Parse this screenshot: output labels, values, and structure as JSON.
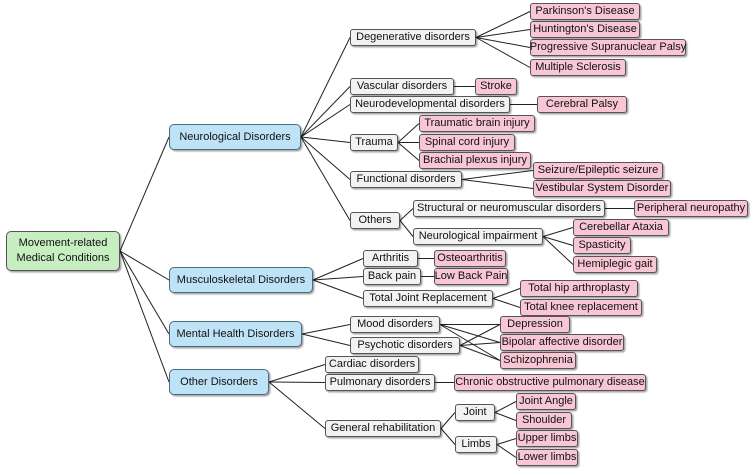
{
  "root": {
    "label": "Movement-related Medical Conditions"
  },
  "categories": {
    "neuro": "Neurological Disorders",
    "musculo": "Musculoskeletal Disorders",
    "mental": "Mental Health Disorders",
    "other": "Other Disorders"
  },
  "subcategories": {
    "degenerative": "Degenerative disorders",
    "vascular": "Vascular disorders",
    "neurodevelopmental": "Neurodevelopmental disorders",
    "trauma": "Trauma",
    "functional": "Functional disorders",
    "others": "Others",
    "structural": "Structural or neuromuscular disorders",
    "neuro_impairment": "Neurological impairment",
    "arthritis": "Arthritis",
    "back_pain": "Back pain",
    "tjr": "Total Joint Replacement",
    "mood": "Mood disorders",
    "psychotic": "Psychotic disorders",
    "cardiac": "Cardiac disorders",
    "pulmonary": "Pulmonary disorders",
    "general_rehab": "General rehabilitation",
    "joint": "Joint",
    "limbs": "Limbs"
  },
  "conditions": {
    "parkinsons": "Parkinson's Disease",
    "huntingtons": "Huntington's Disease",
    "psp": "Progressive Supranuclear Palsy",
    "ms": "Multiple Sclerosis",
    "stroke": "Stroke",
    "cerebral_palsy": "Cerebral Palsy",
    "tbi": "Traumatic brain injury",
    "spinal": "Spinal cord injury",
    "brachial": "Brachial plexus injury",
    "seizure": "Seizure/Epileptic seizure",
    "vestibular": "Vestibular System Disorder",
    "peripheral": "Peripheral neuropathy",
    "cerebellar": "Cerebellar Ataxia",
    "spasticity": "Spasticity",
    "hemiplegic": "Hemiplegic gait",
    "osteoarthritis": "Osteoarthritis",
    "low_back_pain": "Low Back Pain",
    "hip": "Total hip arthroplasty",
    "knee": "Total knee replacement",
    "depression": "Depression",
    "bipolar": "Bipolar affective disorder",
    "schizophrenia": "Schizophrenia",
    "copd": "Chronic obstructive pulmonary disease",
    "joint_angle": "Joint Angle",
    "shoulder": "Shoulder",
    "upper_limbs": "Upper limbs",
    "lower_limbs": "Lower limbs"
  },
  "colors": {
    "root": "#c6eec0",
    "category": "#bfe3f6",
    "subcategory": "#f2f2f2",
    "condition": "#f8c6d4",
    "edge": "#222222"
  },
  "tree": [
    [
      "root",
      "neuro"
    ],
    [
      "root",
      "musculo"
    ],
    [
      "root",
      "mental"
    ],
    [
      "root",
      "other"
    ],
    [
      "neuro",
      "degenerative"
    ],
    [
      "neuro",
      "vascular"
    ],
    [
      "neuro",
      "neurodevelopmental"
    ],
    [
      "neuro",
      "trauma"
    ],
    [
      "neuro",
      "functional"
    ],
    [
      "neuro",
      "others"
    ],
    [
      "degenerative",
      "parkinsons"
    ],
    [
      "degenerative",
      "huntingtons"
    ],
    [
      "degenerative",
      "psp"
    ],
    [
      "degenerative",
      "ms"
    ],
    [
      "vascular",
      "stroke"
    ],
    [
      "neurodevelopmental",
      "cerebral_palsy"
    ],
    [
      "trauma",
      "tbi"
    ],
    [
      "trauma",
      "spinal"
    ],
    [
      "trauma",
      "brachial"
    ],
    [
      "functional",
      "seizure"
    ],
    [
      "functional",
      "vestibular"
    ],
    [
      "others",
      "structural"
    ],
    [
      "others",
      "neuro_impairment"
    ],
    [
      "structural",
      "peripheral"
    ],
    [
      "neuro_impairment",
      "cerebellar"
    ],
    [
      "neuro_impairment",
      "spasticity"
    ],
    [
      "neuro_impairment",
      "hemiplegic"
    ],
    [
      "musculo",
      "arthritis"
    ],
    [
      "musculo",
      "back_pain"
    ],
    [
      "musculo",
      "tjr"
    ],
    [
      "arthritis",
      "osteoarthritis"
    ],
    [
      "back_pain",
      "low_back_pain"
    ],
    [
      "tjr",
      "hip"
    ],
    [
      "tjr",
      "knee"
    ],
    [
      "mental",
      "mood"
    ],
    [
      "mental",
      "psychotic"
    ],
    [
      "mood",
      "depression"
    ],
    [
      "mood",
      "bipolar"
    ],
    [
      "mood",
      "schizophrenia"
    ],
    [
      "psychotic",
      "depression"
    ],
    [
      "psychotic",
      "bipolar"
    ],
    [
      "psychotic",
      "schizophrenia"
    ],
    [
      "other",
      "cardiac"
    ],
    [
      "other",
      "pulmonary"
    ],
    [
      "other",
      "general_rehab"
    ],
    [
      "pulmonary",
      "copd"
    ],
    [
      "general_rehab",
      "joint"
    ],
    [
      "general_rehab",
      "limbs"
    ],
    [
      "joint",
      "joint_angle"
    ],
    [
      "joint",
      "shoulder"
    ],
    [
      "limbs",
      "upper_limbs"
    ],
    [
      "limbs",
      "lower_limbs"
    ]
  ]
}
